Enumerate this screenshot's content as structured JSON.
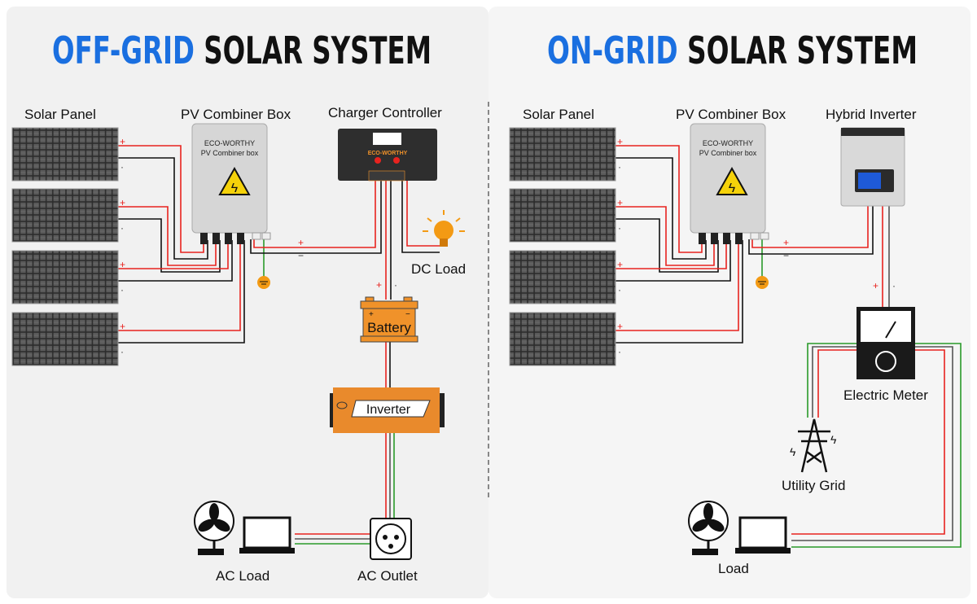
{
  "colors": {
    "accent_blue": "#1a6fe0",
    "wire_positive": "#e8231f",
    "wire_negative": "#111111",
    "wire_ground": "#2a9a2a",
    "device_orange": "#f0922a"
  },
  "off_grid": {
    "title_highlight": "OFF-GRID",
    "title_rest": "SOLAR SYSTEM",
    "labels": {
      "solar_panel": "Solar Panel",
      "combiner_box": "PV Combiner Box",
      "charger_controller": "Charger Controller",
      "dc_load": "DC Load",
      "battery": "Battery",
      "inverter": "Inverter",
      "ac_load": "AC Load",
      "ac_outlet": "AC Outlet"
    },
    "combiner_brand": "ECO-WORTHY",
    "combiner_text": "PV Combiner box",
    "controller_brand": "ECO-WORTHY"
  },
  "on_grid": {
    "title_highlight": "ON-GRID",
    "title_rest": "SOLAR SYSTEM",
    "labels": {
      "solar_panel": "Solar Panel",
      "combiner_box": "PV Combiner Box",
      "hybrid_inverter": "Hybrid Inverter",
      "electric_meter": "Electric Meter",
      "utility_grid": "Utility Grid",
      "load": "Load"
    },
    "combiner_brand": "ECO-WORTHY",
    "combiner_text": "PV Combiner box"
  },
  "polarity": {
    "plus": "+",
    "minus": "−",
    "dot": "·"
  },
  "icons": [
    "solar-panel-icon",
    "combiner-box-icon",
    "charge-controller-icon",
    "light-bulb-icon",
    "battery-icon",
    "inverter-icon",
    "fan-icon",
    "laptop-icon",
    "power-outlet-icon",
    "hybrid-inverter-icon",
    "electric-meter-icon",
    "transmission-tower-icon",
    "ground-icon",
    "warning-icon"
  ]
}
